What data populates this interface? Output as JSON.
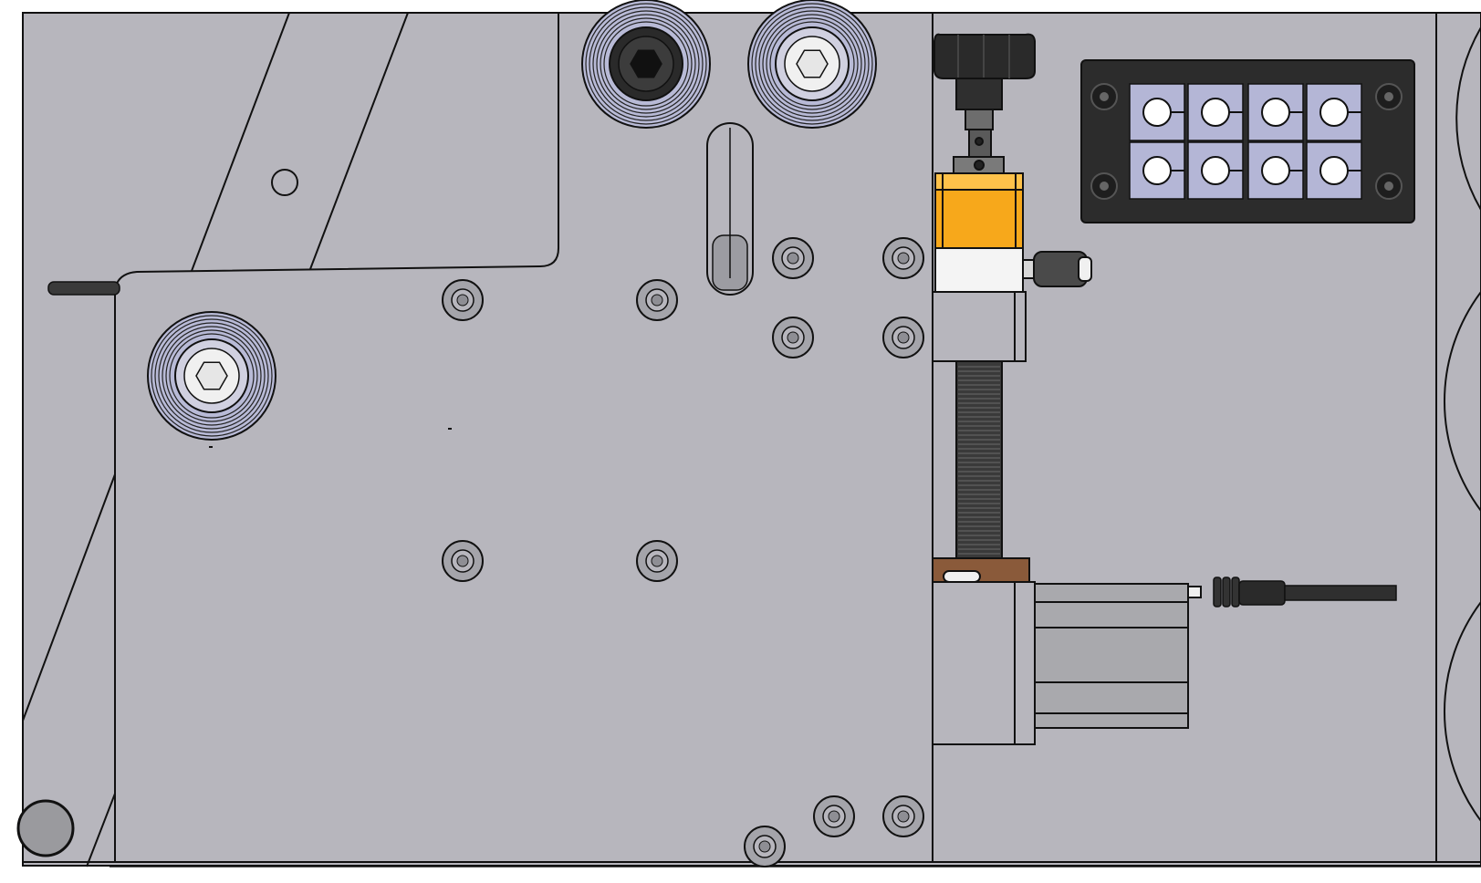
{
  "view": {
    "kind": "mechanical-cad-drawing",
    "annotations": []
  },
  "colors": {
    "background": "#ffffff",
    "panel": "#b7b6bd",
    "line": "#111111",
    "knob": "#2a2a2a",
    "bracket_orange": "#f7a81b",
    "bracket_white": "#f4f4f4",
    "block_brown": "#8a5a3a",
    "motor": "#a9a9ad",
    "terminal_plate": "#2c2c2c",
    "terminal_tile": "#b4b6d6",
    "roller_ring": "#b8bad6",
    "hex_socket": "#e6e6e6"
  },
  "components": {
    "rollers": [
      "roller",
      "roller",
      "roller"
    ],
    "adjust_knob": "adjust-knob",
    "lead_screw": "lead-screw",
    "clamp_bracket": "clamp-bracket",
    "side_pin": "side-pin",
    "motor": "stepper-motor",
    "cable_connector": "cable-connector",
    "terminal_block": {
      "name": "terminal-block",
      "ports": 8
    },
    "fasteners": {
      "count": 13
    }
  }
}
